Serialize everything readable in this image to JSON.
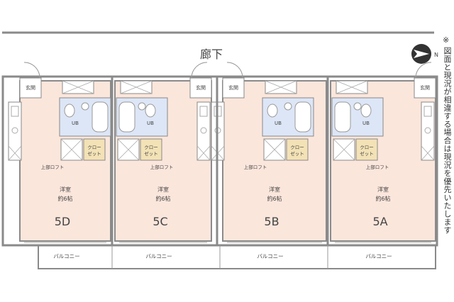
{
  "corridor_label": "廊下",
  "compass_letter": "N",
  "note_mark": "※",
  "note_text": "図面と現況が相違する場合は現況を優先いたします",
  "units": [
    {
      "name": "5D",
      "entrance": "玄関",
      "bath": "UB",
      "closet": "クロー\nゼット",
      "loft": "上部ロフト",
      "room_type": "洋室",
      "room_size": "約6帖",
      "balcony": "バルコニー"
    },
    {
      "name": "5C",
      "entrance": "玄関",
      "bath": "UB",
      "closet": "クロー\nゼット",
      "loft": "上部ロフト",
      "room_type": "洋室",
      "room_size": "約6帖",
      "balcony": "バルコニー"
    },
    {
      "name": "5B",
      "entrance": "玄関",
      "bath": "UB",
      "closet": "クロー\nゼット",
      "loft": "上部ロフト",
      "room_type": "洋室",
      "room_size": "約6帖",
      "balcony": "バルコニー"
    },
    {
      "name": "5A",
      "entrance": "玄関",
      "bath": "UB",
      "closet": "クロー\nゼット",
      "loft": "上部ロフト",
      "room_type": "洋室",
      "room_size": "約6帖",
      "balcony": "バルコニー"
    }
  ],
  "colors": {
    "room_fill": "#fbe6dc",
    "bath_fill": "#dde6f6",
    "closet_fill": "#f3e2b6",
    "wall": "#7a7a7a",
    "compass": "#333333"
  }
}
